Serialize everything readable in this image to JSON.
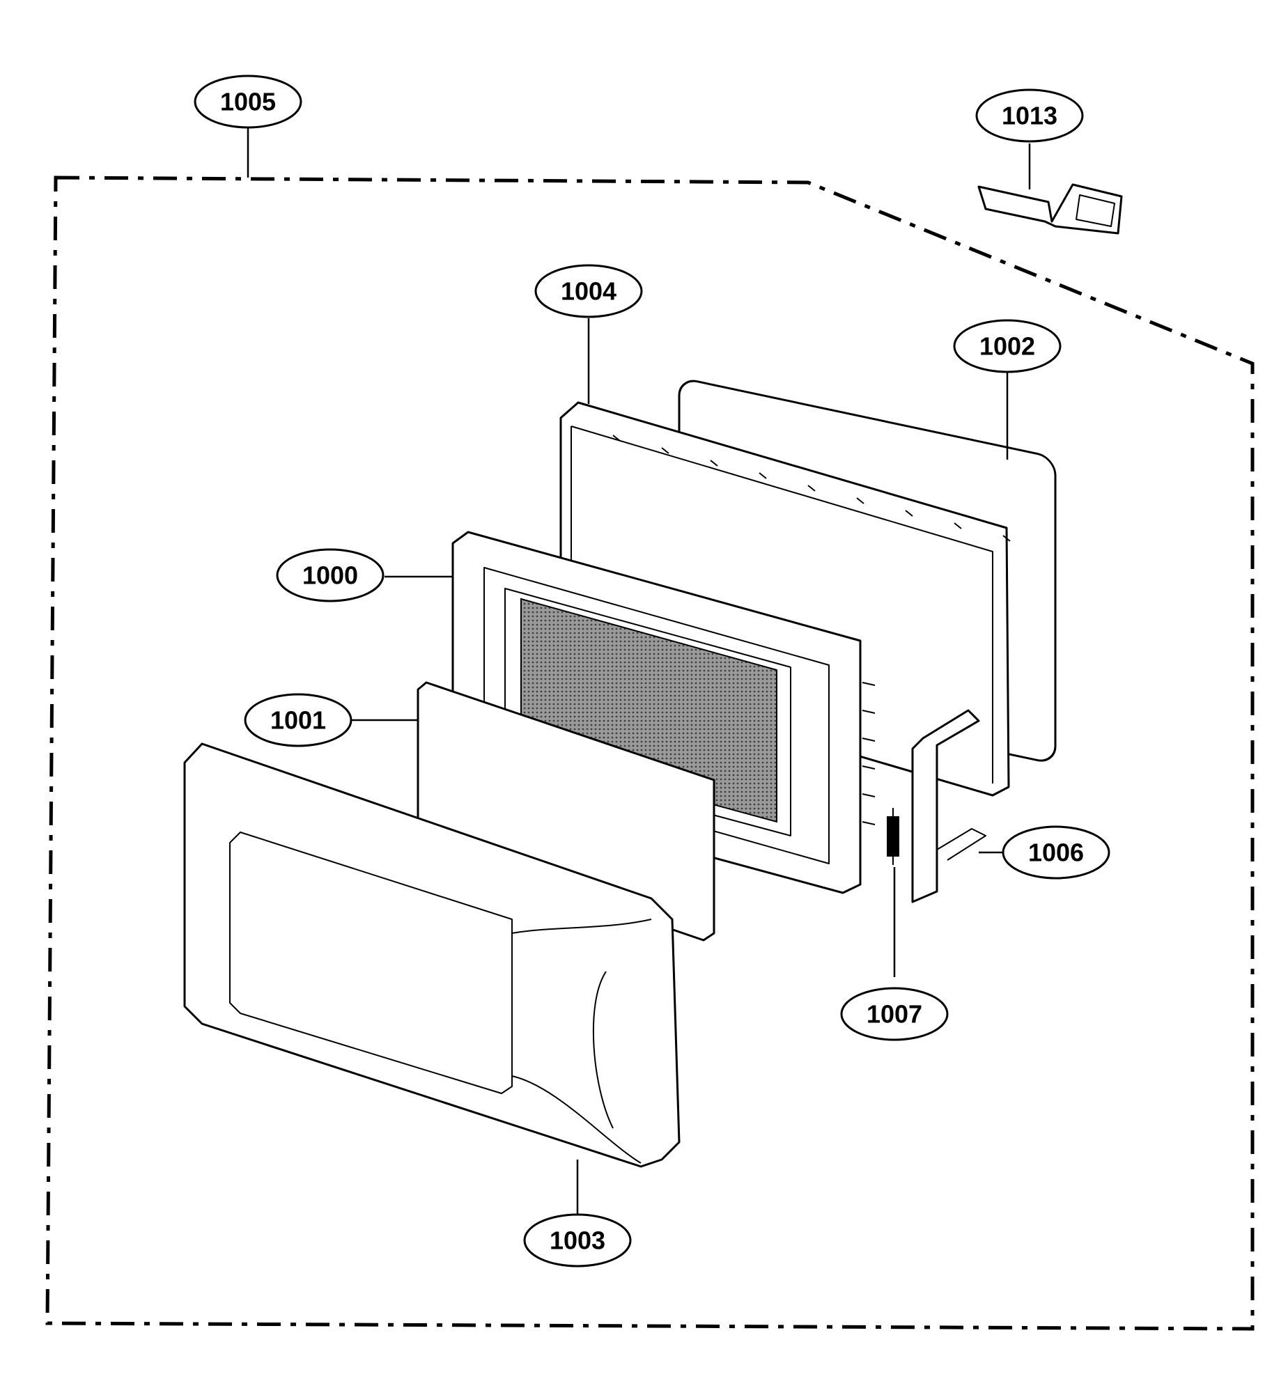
{
  "diagram": {
    "callouts": [
      {
        "id": "1005",
        "label": "1005"
      },
      {
        "id": "1013",
        "label": "1013"
      },
      {
        "id": "1004",
        "label": "1004"
      },
      {
        "id": "1002",
        "label": "1002"
      },
      {
        "id": "1000",
        "label": "1000"
      },
      {
        "id": "1001",
        "label": "1001"
      },
      {
        "id": "1006",
        "label": "1006"
      },
      {
        "id": "1007",
        "label": "1007"
      },
      {
        "id": "1003",
        "label": "1003"
      }
    ],
    "colors": {
      "line": "#000000",
      "background": "#ffffff",
      "mesh": "#8a8a8a"
    }
  }
}
